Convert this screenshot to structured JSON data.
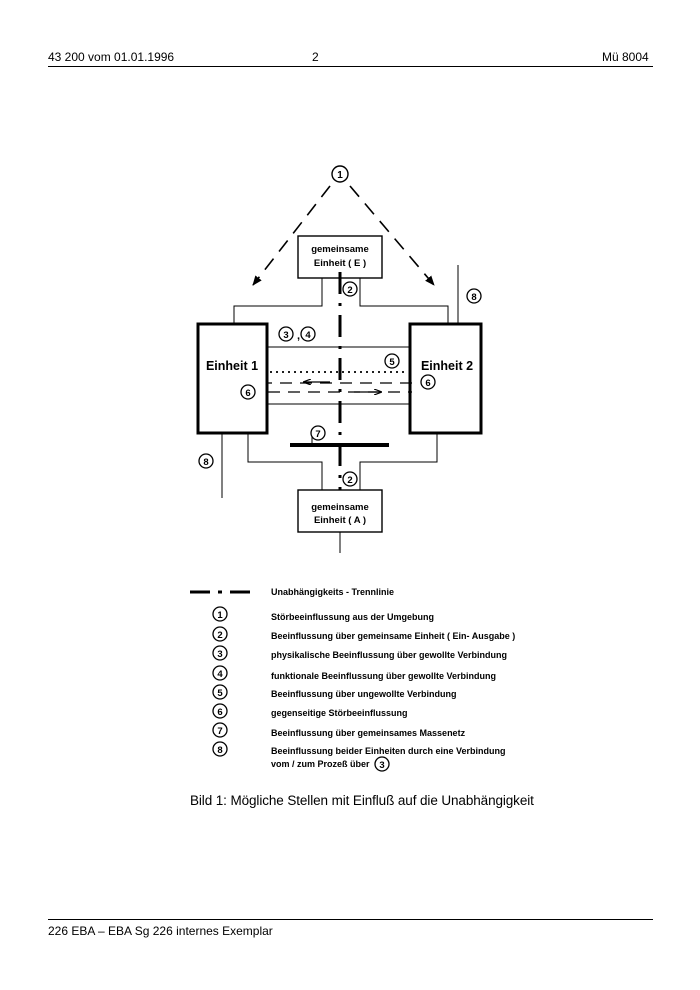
{
  "header": {
    "left": "43 200 vom 01.01.1996",
    "center": "2",
    "right": "Mü 8004"
  },
  "diagram": {
    "top_unit_line1": "gemeinsame",
    "top_unit_line2": "Einheit  ( E )",
    "bottom_unit_line1": "gemeinsame",
    "bottom_unit_line2": "Einheit  ( A )",
    "unit1": "Einheit 1",
    "unit2": "Einheit 2",
    "marker_1": "1",
    "marker_2_top": "2",
    "marker_2_bottom": "2",
    "marker_3": "3",
    "marker_comma": ",",
    "marker_4": "4",
    "marker_5": "5",
    "marker_6_left": "6",
    "marker_6_right": "6",
    "marker_7": "7",
    "marker_8_right": "8",
    "marker_8_left": "8"
  },
  "legend": {
    "separator": "Unabhängigkeits - Trennlinie",
    "items": [
      {
        "num": "1",
        "text": "Störbeeinflussung aus der Umgebung"
      },
      {
        "num": "2",
        "text": "Beeinflussung über gemeinsame Einheit  ( Ein- Ausgabe )"
      },
      {
        "num": "3",
        "text": "physikalische Beeinflussung über gewollte Verbindung"
      },
      {
        "num": "4",
        "text": "funktionale Beeinflussung über gewollte Verbindung"
      },
      {
        "num": "5",
        "text": "Beeinflussung über ungewollte Verbindung"
      },
      {
        "num": "6",
        "text": "gegenseitige Störbeeinflussung"
      },
      {
        "num": "7",
        "text": "Beeinflussung über gemeinsames Massenetz"
      },
      {
        "num": "8",
        "text": "Beeinflussung beider Einheiten durch eine Verbindung",
        "text2": "vom / zum Prozeß über",
        "ref": "3"
      }
    ]
  },
  "caption": "Bild 1:  Mögliche Stellen mit Einfluß auf die Unabhängigkeit",
  "footer": "226 EBA – EBA Sg 226 internes Exemplar"
}
